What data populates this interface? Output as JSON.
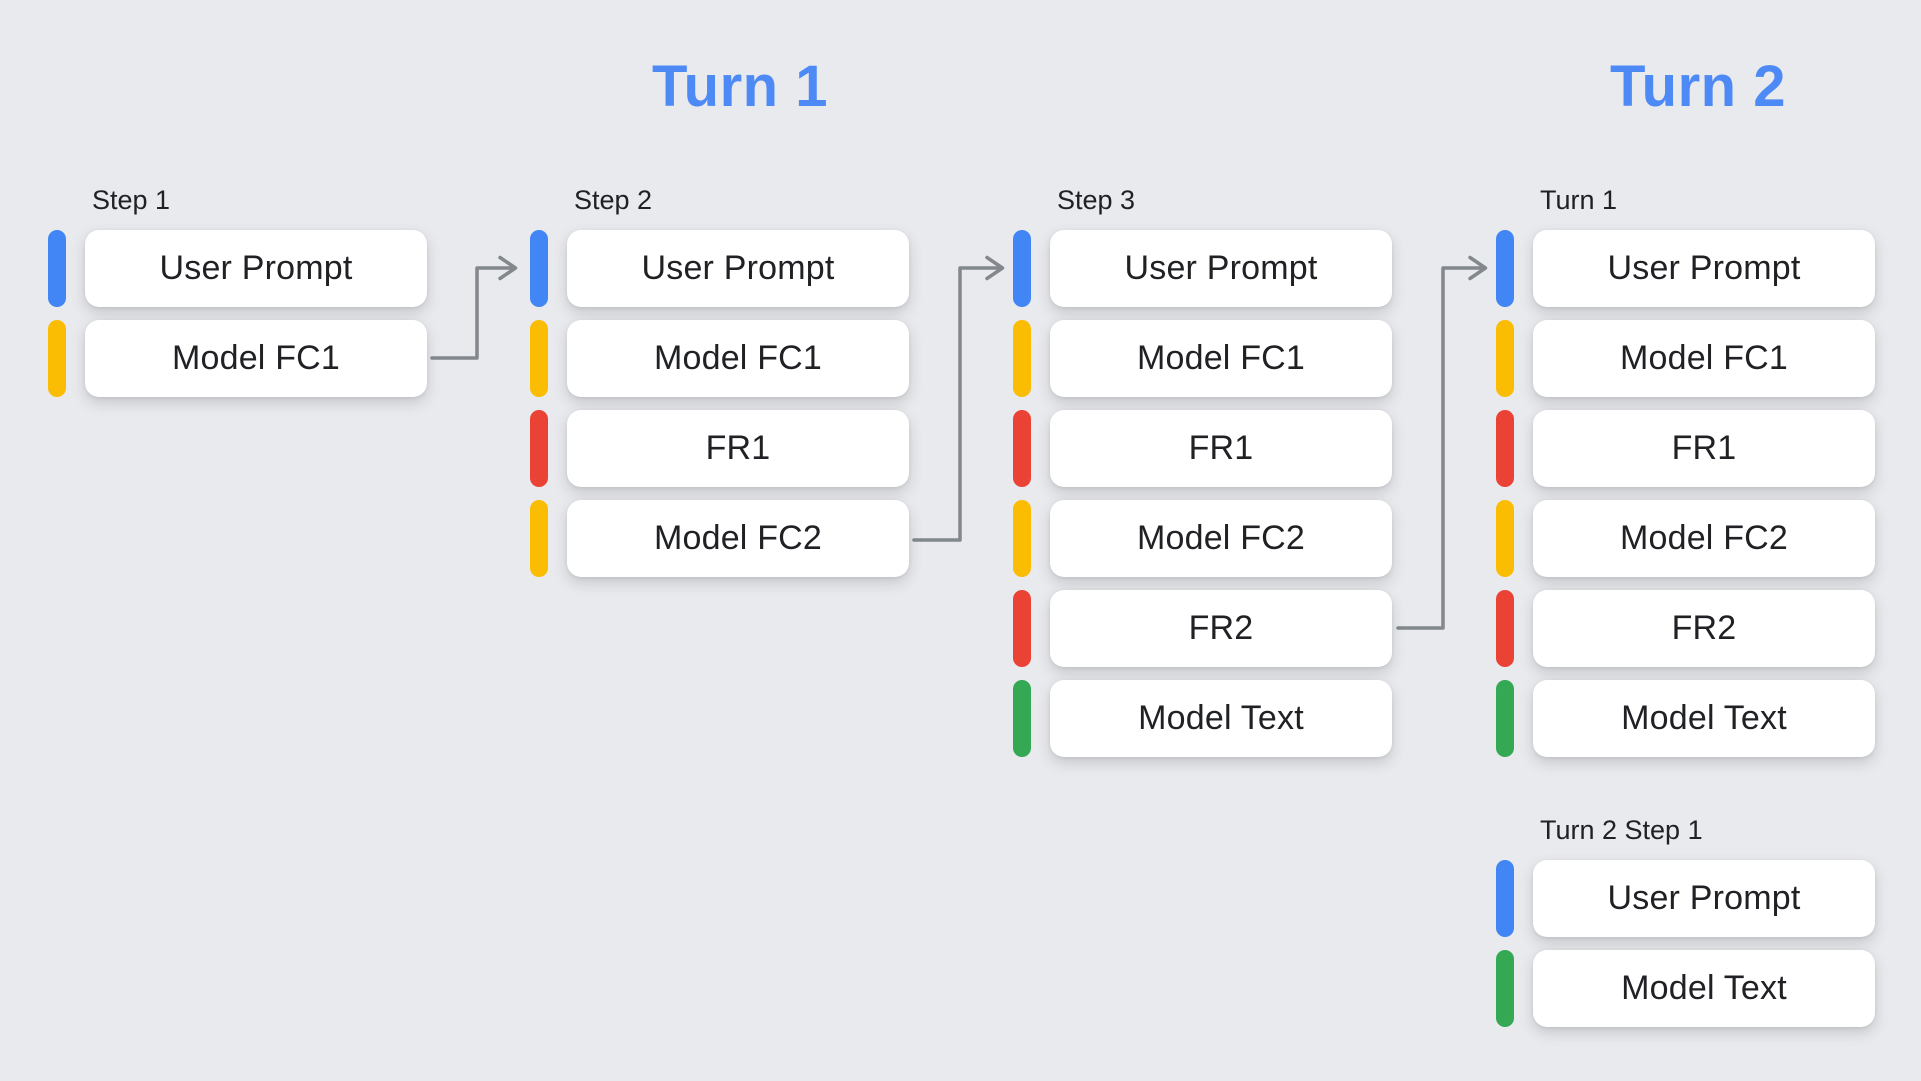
{
  "titles": {
    "turn1": "Turn 1",
    "turn2": "Turn 2"
  },
  "colors": {
    "background": "#e9eaee",
    "box_fill": "#ffffff",
    "text": "#202124",
    "title_blue": "#4d8af5",
    "arrow_gray": "#83888d",
    "blue": "#4285f4",
    "yellow": "#fbbc04",
    "red": "#ea4335",
    "green": "#34a853"
  },
  "columns": [
    {
      "label": "Step 1",
      "items": [
        {
          "text": "User Prompt",
          "color": "blue"
        },
        {
          "text": "Model FC1",
          "color": "yellow"
        }
      ]
    },
    {
      "label": "Step 2",
      "items": [
        {
          "text": "User Prompt",
          "color": "blue"
        },
        {
          "text": "Model FC1",
          "color": "yellow"
        },
        {
          "text": "FR1",
          "color": "red"
        },
        {
          "text": "Model FC2",
          "color": "yellow"
        }
      ]
    },
    {
      "label": "Step 3",
      "items": [
        {
          "text": "User Prompt",
          "color": "blue"
        },
        {
          "text": "Model FC1",
          "color": "yellow"
        },
        {
          "text": "FR1",
          "color": "red"
        },
        {
          "text": "Model FC2",
          "color": "yellow"
        },
        {
          "text": "FR2",
          "color": "red"
        },
        {
          "text": "Model Text",
          "color": "green"
        }
      ]
    },
    {
      "label": "Turn 1",
      "items": [
        {
          "text": "User Prompt",
          "color": "blue"
        },
        {
          "text": "Model FC1",
          "color": "yellow"
        },
        {
          "text": "FR1",
          "color": "red"
        },
        {
          "text": "Model FC2",
          "color": "yellow"
        },
        {
          "text": "FR2",
          "color": "red"
        },
        {
          "text": "Model Text",
          "color": "green"
        }
      ]
    },
    {
      "label": "Turn 2 Step 1",
      "items": [
        {
          "text": "User Prompt",
          "color": "blue"
        },
        {
          "text": "Model Text",
          "color": "green"
        }
      ]
    }
  ],
  "arrows": [
    {
      "from": "Step 1 / Model FC1",
      "to": "Step 2 / User Prompt"
    },
    {
      "from": "Step 2 / Model FC2",
      "to": "Step 3 / User Prompt"
    },
    {
      "from": "Step 3 / FR2",
      "to": "Turn 1 / User Prompt"
    }
  ]
}
